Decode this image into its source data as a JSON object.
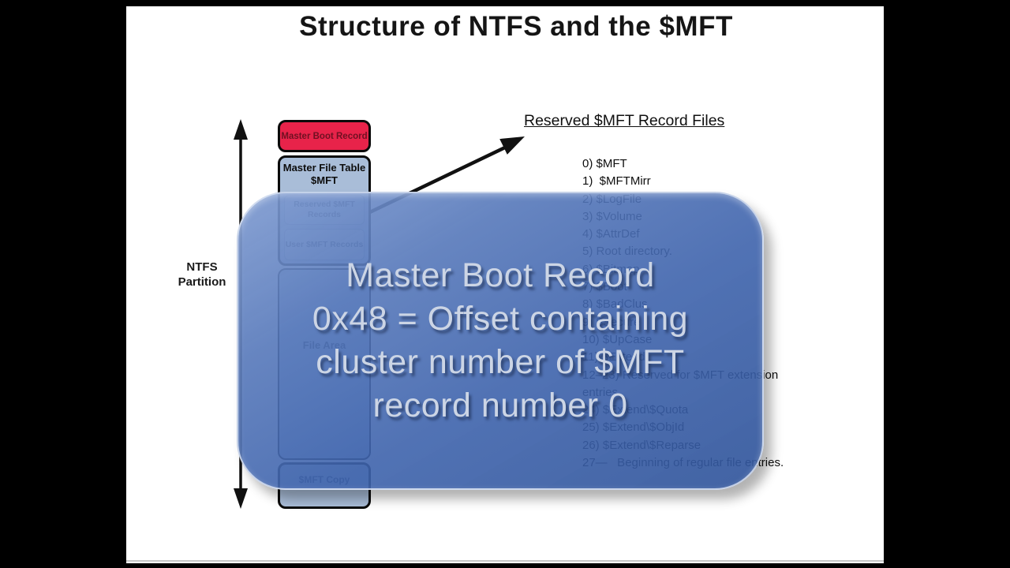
{
  "title": "Structure of NTFS and the $MFT",
  "diagram": {
    "partition_label": "NTFS Partition",
    "boxes": {
      "mbr": "Master Boot Record",
      "mft_line1": "Master File Table",
      "mft_line2": "$MFT",
      "reserved_records": "Reserved $MFT Records",
      "user_records": "User $MFT Records",
      "file_area": "File Area",
      "mft_copy": "$MFT Copy"
    },
    "arrows": [
      "ntfs-partition-extent-arrow",
      "pointer-to-reserved-list"
    ]
  },
  "list": {
    "header": "Reserved $MFT Record Files",
    "items": [
      "0) $MFT",
      "1)  $MFTMirr",
      "2) $LogFile",
      "3) $Volume",
      "4) $AttrDef",
      "5) Root directory.",
      "6) $Bitmap",
      "7) $Boot",
      "8) $BadClus",
      "9) $Secure",
      "10) $UpCase",
      "11) $Extend",
      "12–23) Reserved for $MFT extension entries.",
      "24) $Extend\\$Quota",
      "25) $Extend\\$ObjId",
      "26) $Extend\\$Reparse",
      "27—   Beginning of regular file entries."
    ]
  },
  "overlay": {
    "lines": [
      "Master Boot Record",
      "0x48 = Offset containing",
      "cluster number of $MFT",
      "record number 0"
    ]
  },
  "colors": {
    "mbr_red": "#e8234a",
    "mbr_text": "#701022",
    "box_steel_blue": "#a9bdd8",
    "overlay_blue": "#3a66b2",
    "overlay_text": "#ccd5e5",
    "slide_bg": "#ffffff",
    "letterbox": "#000000"
  }
}
